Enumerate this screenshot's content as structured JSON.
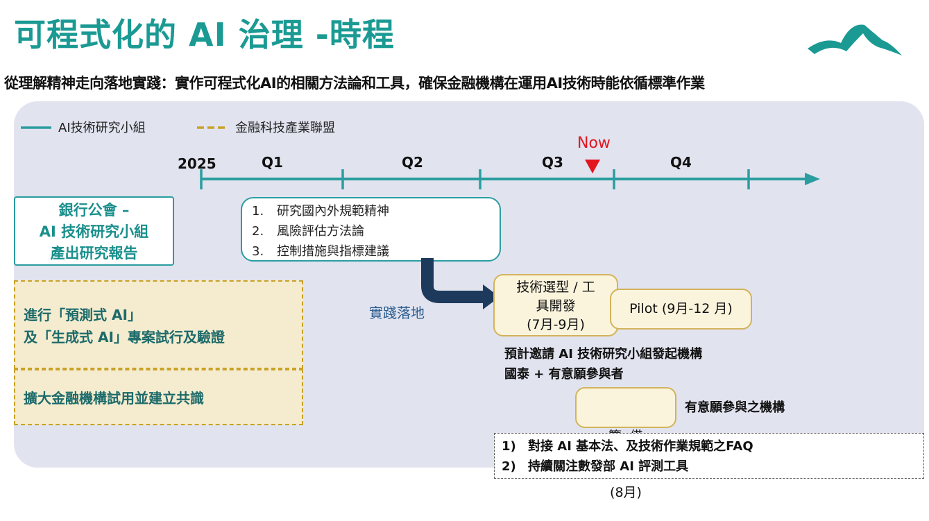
{
  "title": "可程式化的 AI 治理 -時程",
  "subtitle": "從理解精神走向落地實踐：實作可程式化AI的相關方法論和工具，確保金融機構在運用AI技術時能依循標準作業",
  "legend": {
    "solid": "AI技術研究小組",
    "dashed": "金融科技產業聯盟"
  },
  "timeline": {
    "year": "2025",
    "quarters": [
      "Q1",
      "Q2",
      "Q3",
      "Q4"
    ],
    "now_label": "Now"
  },
  "bank_box": {
    "line1": "銀行公會 –",
    "line2": "AI 技術研究小組",
    "line3": "產出研究報告"
  },
  "research_list": [
    {
      "num": "1.",
      "text": "研究國內外規範精神"
    },
    {
      "num": "2.",
      "text": "風險評估方法論"
    },
    {
      "num": "3.",
      "text": "控制措施與指標建議"
    }
  ],
  "practice_label": "實踐落地",
  "gold_box_1": {
    "line1": "進行「預測式 AI」",
    "line2": "及「生成式 AI」專案試行及驗證"
  },
  "gold_box_2": "擴大金融機構試用並建立共識",
  "tech_box": {
    "line1": "技術選型 / 工",
    "line2": "具開發",
    "line3": "(7月-9月)"
  },
  "pilot_box": "Pilot (9月-12 月)",
  "invite_text": {
    "line1": "預計邀請 AI 技術研究小組發起機構",
    "line2": "國泰 + 有意願參與者"
  },
  "prep_box": {
    "line1": "籌  備",
    "line2": "(8月)"
  },
  "willing_text": "有意願參與之機構",
  "faq_list": [
    {
      "num": "1)",
      "text": "對接 AI 基本法、及技術作業規範之FAQ"
    },
    {
      "num": "2)",
      "text": "持續關注數發部 AI 評測工具"
    }
  ],
  "colors": {
    "teal": "#1a9a93",
    "line_teal": "#2a9da0",
    "gold": "#c9a227",
    "now_red": "#e3151f",
    "arrow_navy": "#1d3a5c",
    "panel": "#e1e3ef"
  }
}
